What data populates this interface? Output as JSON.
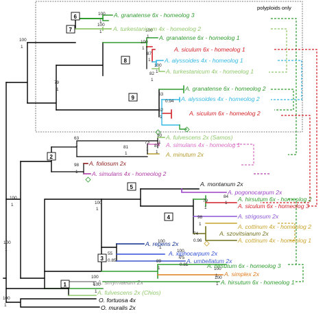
{
  "figure": {
    "box_label": "polyploids only"
  },
  "clade_numbers": [
    "1",
    "2",
    "3",
    "4",
    "5",
    "6",
    "7",
    "8",
    "9"
  ],
  "taxa": [
    {
      "label": "A. granatense 6x - homeolog 3",
      "color": "#2e9c2e"
    },
    {
      "label": "A. turkestanicum 4x - homeolog 2",
      "color": "#8fc86a"
    },
    {
      "label": "A. granatense 6x - homeolog 1",
      "color": "#2e9c2e"
    },
    {
      "label": "A. siculum 6x - homeolog 1",
      "color": "#d21f26"
    },
    {
      "label": "A. alyssoides 4x - homeolog 1",
      "color": "#33b8e4"
    },
    {
      "label": "A. turkestanicum 4x - homeolog 1",
      "color": "#8fc86a"
    },
    {
      "label": "A. granatense 6x - homeolog 2",
      "color": "#2e9c2e"
    },
    {
      "label": "A. alyssoides 4x - homeolog 2",
      "color": "#33b8e4"
    },
    {
      "label": "A. siculum 6x - homeolog 2",
      "color": "#d21f26"
    },
    {
      "label": "A. fulvescens 2x (Samos)",
      "color": "#8fc86a"
    },
    {
      "label": "A. simulans 4x - homeolog 1",
      "color": "#d86bc4"
    },
    {
      "label": "A. minutum 2x",
      "color": "#b59b2b"
    },
    {
      "label": "A. foliosum 2x",
      "color": "#8b1a1a"
    },
    {
      "label": "A. simulans 4x - homeolog 2",
      "color": "#b03aa6"
    },
    {
      "label": "A. montanum 2x",
      "color": "#1a1a1a"
    },
    {
      "label": "A. pogonocarpum 2x",
      "color": "#9b3fc9"
    },
    {
      "label": "A. hirsutum 6x - homeolog 2",
      "color": "#2e9c2e"
    },
    {
      "label": "A. siculum 6x - homeolog 3",
      "color": "#d21f26"
    },
    {
      "label": "A. strigosum 2x",
      "color": "#8a52d6"
    },
    {
      "label": "A. cottinum 4x - homeolog 2",
      "color": "#c9a32b"
    },
    {
      "label": "A. szovitsianum 2x",
      "color": "#6f6f1a"
    },
    {
      "label": "A. cottinum 4x - homeolog 1",
      "color": "#c9a32b"
    },
    {
      "label": "A. repens 2x",
      "color": "#0a2a8c"
    },
    {
      "label": "A. xiphocarpum 2x",
      "color": "#2e4fd6"
    },
    {
      "label": "A. umbellatum 2x",
      "color": "#3a57c9"
    },
    {
      "label": "A. hirsutum 6x - homeolog 3",
      "color": "#2e9c2e"
    },
    {
      "label": "A. simplex 2x",
      "color": "#e07a1a"
    },
    {
      "label": "A. hirsutum 6x - homeolog 1",
      "color": "#2e9c2e"
    },
    {
      "label": "A. smyrnaeum 2x",
      "color": "#8a8a8a"
    },
    {
      "label": "A. fulvescens 2x (Chios)",
      "color": "#8fc86a"
    },
    {
      "label": "O. fortuosa 4x",
      "color": "#000000"
    },
    {
      "label": "O. muralis 2x",
      "color": "#000000"
    }
  ],
  "support_values": [
    {
      "id": "s1",
      "value": "100"
    },
    {
      "id": "s2",
      "value": "1"
    },
    {
      "id": "s3",
      "value": "100"
    },
    {
      "id": "s4",
      "value": "1"
    },
    {
      "id": "s5",
      "value": "100"
    },
    {
      "id": "s6",
      "value": "1"
    },
    {
      "id": "s7",
      "value": "79"
    },
    {
      "id": "s8",
      "value": "1"
    },
    {
      "id": "s9",
      "value": "100"
    },
    {
      "id": "s10",
      "value": "1"
    },
    {
      "id": "s11",
      "value": "87"
    },
    {
      "id": "s12",
      "value": "1"
    },
    {
      "id": "s13",
      "value": "100"
    },
    {
      "id": "s14",
      "value": "1"
    },
    {
      "id": "s15",
      "value": "82"
    },
    {
      "id": "s16",
      "value": "1"
    },
    {
      "id": "s17",
      "value": "63"
    },
    {
      "id": "s18",
      "value": "0.94"
    },
    {
      "id": "s19",
      "value": "52"
    },
    {
      "id": "s20",
      "value": "1"
    },
    {
      "id": "s21",
      "value": "90"
    },
    {
      "id": "s22",
      "value": "1"
    },
    {
      "id": "s23",
      "value": "63"
    },
    {
      "id": "s24",
      "value": "1"
    },
    {
      "id": "s25",
      "value": "81"
    },
    {
      "id": "s26",
      "value": "1"
    },
    {
      "id": "s27",
      "value": "73"
    },
    {
      "id": "s28",
      "value": "1"
    },
    {
      "id": "s29",
      "value": "98"
    },
    {
      "id": "s30",
      "value": "1"
    },
    {
      "id": "s31",
      "value": "100"
    },
    {
      "id": "s32",
      "value": "1"
    },
    {
      "id": "s33",
      "value": "79"
    },
    {
      "id": "s34",
      "value": "1"
    },
    {
      "id": "s35",
      "value": "98"
    },
    {
      "id": "s36",
      "value": "1"
    },
    {
      "id": "s37",
      "value": "74"
    },
    {
      "id": "s38",
      "value": "0.96"
    },
    {
      "id": "s39",
      "value": "100"
    },
    {
      "id": "s40",
      "value": "1"
    },
    {
      "id": "s41",
      "value": "55"
    },
    {
      "id": "s42",
      "value": "0.85"
    },
    {
      "id": "s43",
      "value": "100"
    },
    {
      "id": "s44",
      "value": "1"
    },
    {
      "id": "s45",
      "value": "100"
    },
    {
      "id": "s46",
      "value": "1"
    },
    {
      "id": "s47",
      "value": "100"
    },
    {
      "id": "s48",
      "value": "1"
    },
    {
      "id": "s49",
      "value": "75"
    },
    {
      "id": "s50",
      "value": "0.81"
    },
    {
      "id": "s51",
      "value": "100"
    },
    {
      "id": "s52",
      "value": "1"
    },
    {
      "id": "s53",
      "value": "89"
    },
    {
      "id": "s54",
      "value": "1"
    },
    {
      "id": "s55",
      "value": "100"
    },
    {
      "id": "s56",
      "value": "1"
    },
    {
      "id": "s57",
      "value": "100"
    },
    {
      "id": "s58",
      "value": "1"
    },
    {
      "id": "s59",
      "value": "100"
    },
    {
      "id": "s60",
      "value": "1"
    },
    {
      "id": "s61",
      "value": "100"
    },
    {
      "id": "s62",
      "value": "1"
    },
    {
      "id": "s63",
      "value": "100"
    },
    {
      "id": "s64",
      "value": "1"
    },
    {
      "id": "s65",
      "value": "87"
    },
    {
      "id": "s66",
      "value": "1"
    },
    {
      "id": "s67",
      "value": "84"
    },
    {
      "id": "s68",
      "value": "1"
    }
  ]
}
